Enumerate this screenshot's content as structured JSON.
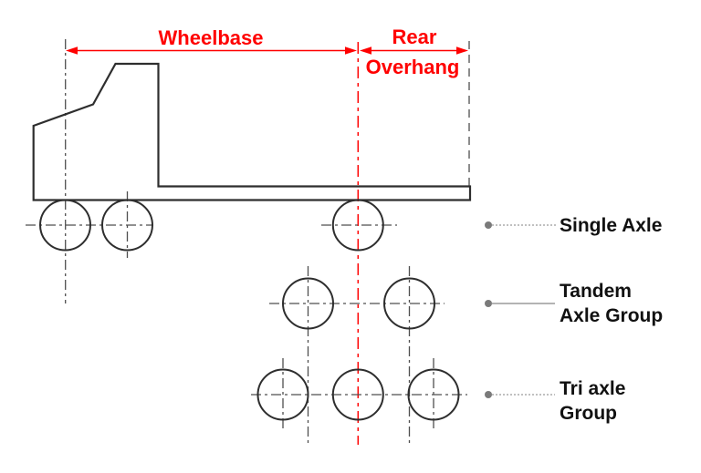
{
  "colors": {
    "background": "#ffffff",
    "red": "#ff0000",
    "outline": "#2e2e2e",
    "centerline": "#4f4f4f",
    "leader": "#9a9a9a",
    "leader-dot": "#7a7a7a",
    "label": "#111111"
  },
  "dimensions": {
    "wheelbase": {
      "label": "Wheelbase"
    },
    "rear_overhang": {
      "line1": "Rear",
      "line2": "Overhang"
    }
  },
  "axle_groups": {
    "single": {
      "line1": "Single Axle",
      "line2": "",
      "wheel_count": 1
    },
    "tandem": {
      "line1": "Tandem",
      "line2": "Axle Group",
      "wheel_count": 2
    },
    "tri": {
      "line1": "Tri axle",
      "line2": "Group",
      "wheel_count": 3
    }
  }
}
